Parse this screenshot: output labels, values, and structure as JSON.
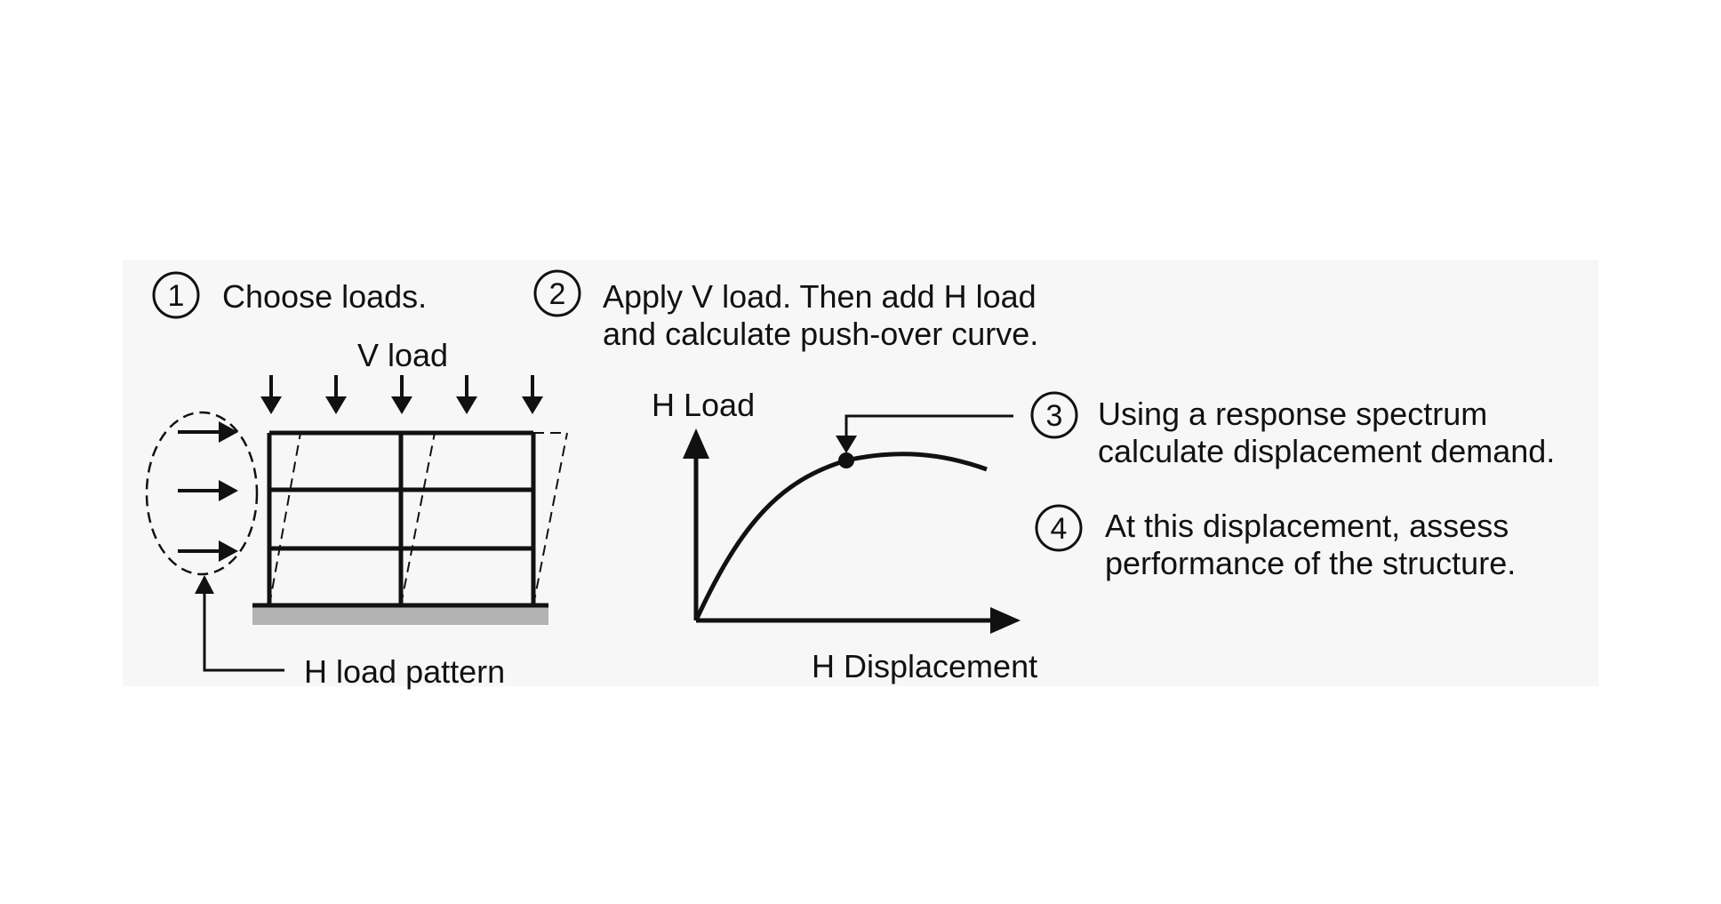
{
  "steps": [
    {
      "number": "1",
      "text": [
        "Choose loads."
      ]
    },
    {
      "number": "2",
      "text": [
        "Apply V load. Then add H load",
        "and calculate push-over curve."
      ]
    },
    {
      "number": "3",
      "text": [
        "Using a response spectrum",
        "calculate displacement demand."
      ]
    },
    {
      "number": "4",
      "text": [
        "At this displacement, assess",
        "performance of the structure."
      ]
    }
  ],
  "frame": {
    "v_load_label": "V load",
    "h_load_pattern_label": "H load pattern"
  },
  "pushover": {
    "y_axis_label": "H Load",
    "x_axis_label": "H Displacement"
  },
  "colors": {
    "ink": "#111111",
    "panel_background": "#f7f7f7",
    "ground": "#b3b3b3"
  }
}
